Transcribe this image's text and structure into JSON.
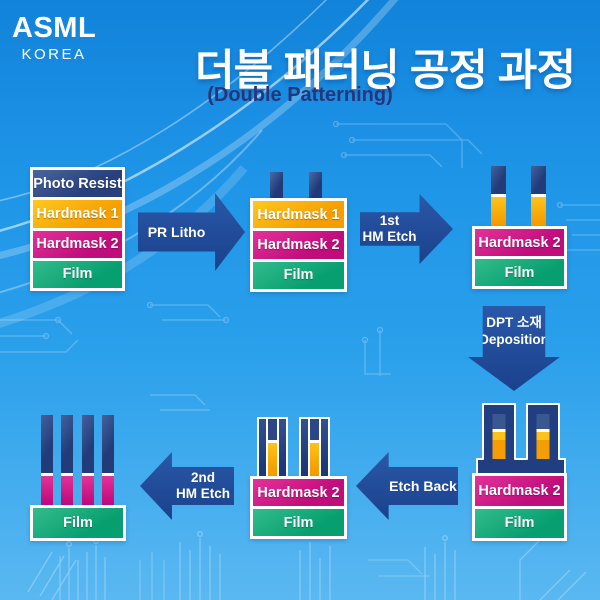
{
  "logo": {
    "brand": "ASML",
    "region": "KOREA"
  },
  "header": {
    "title": "더블 패터닝 공정 과정",
    "subtitle": "(Double Patterning)"
  },
  "steps": [
    {
      "name": "initial-stack",
      "labels": [
        "Photo Resist",
        "Hardmask 1",
        "Hardmask 2",
        "Film"
      ]
    },
    {
      "name": "after-pr-litho",
      "labels": [
        "Hardmask 1",
        "Hardmask 2",
        "Film"
      ]
    },
    {
      "name": "after-1st-hm-etch",
      "labels": [
        "Hardmask 2",
        "Film"
      ]
    },
    {
      "name": "after-dpt-deposition",
      "labels": [
        "Hardmask 2",
        "Film"
      ]
    },
    {
      "name": "after-etch-back",
      "labels": [
        "Hardmask 2",
        "Film"
      ]
    },
    {
      "name": "after-2nd-hm-etch",
      "labels": [
        "Film"
      ]
    }
  ],
  "arrows": {
    "pr_litho": {
      "direction": "right",
      "lines": [
        "PR Litho"
      ]
    },
    "first_hm_etch": {
      "direction": "right",
      "lines": [
        "1st",
        "HM Etch"
      ]
    },
    "dpt_deposition": {
      "direction": "down",
      "lines": [
        "DPT 소재",
        "Deposition"
      ]
    },
    "etch_back": {
      "direction": "left",
      "lines": [
        "Etch Back"
      ]
    },
    "second_hm_etch": {
      "direction": "left",
      "lines": [
        "2nd",
        "HM Etch"
      ]
    }
  },
  "colors": {
    "background_blue": "#1e94e7",
    "photo_resist_navy": "#28407e",
    "hardmask1_orange": "#f7a313",
    "hardmask2_magenta": "#c9107e",
    "film_green": "#0aa173",
    "arrow_navy": "#1e4795",
    "title_white": "#ffffff",
    "subtitle_navy": "#27367b"
  }
}
